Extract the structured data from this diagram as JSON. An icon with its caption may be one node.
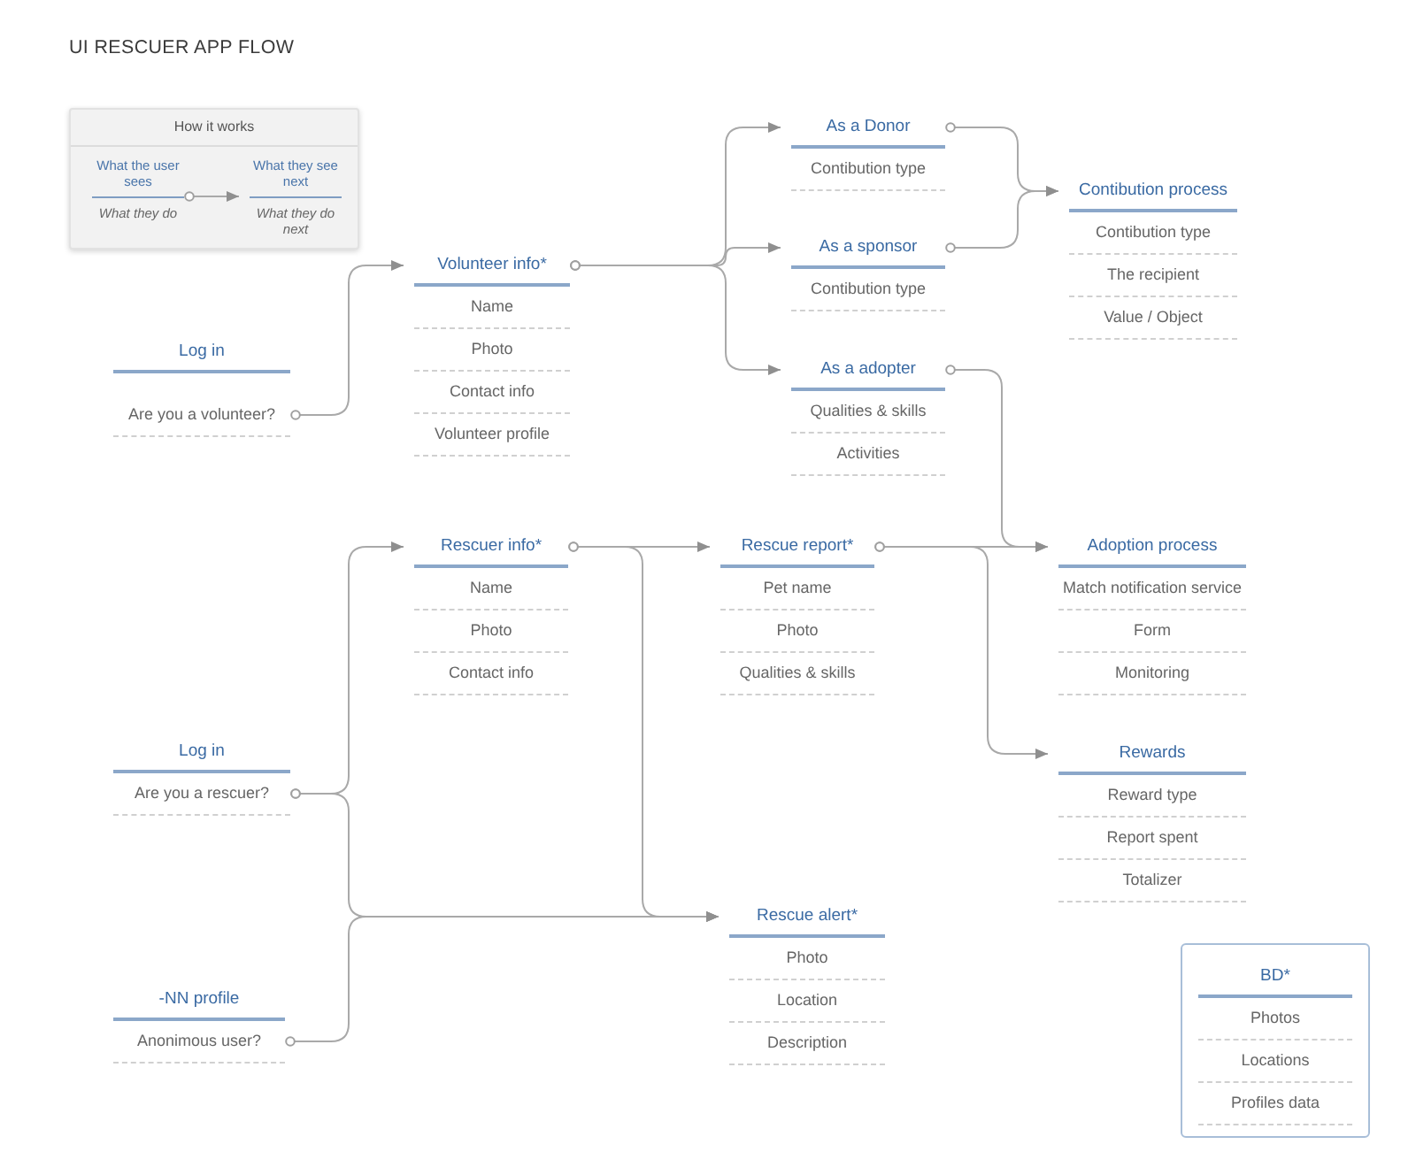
{
  "diagram": {
    "title": "UI RESCUER APP FLOW",
    "nodes": [
      {
        "text": [
          "How it works"
        ]
      },
      {
        "text": [
          "What the user sees",
          "What they do"
        ],
        "in": 0
      },
      {
        "text": [
          "What they see next",
          "What they do next"
        ],
        "in": 0
      },
      {
        "text": [
          "Log in",
          "Are you a volunteer?"
        ]
      },
      {
        "text": [
          "Volunteer info*",
          "Name",
          "Photo",
          "Contact info",
          "Volunteer profile"
        ]
      },
      {
        "text": [
          "As a Donor",
          "Contibution type"
        ]
      },
      {
        "text": [
          "As a sponsor",
          "Contibution type"
        ]
      },
      {
        "text": [
          "As a adopter",
          "Qualities & skills",
          "Activities"
        ]
      },
      {
        "text": [
          "Contibution process",
          "Contibution type",
          "The recipient",
          "Value / Object"
        ]
      },
      {
        "text": [
          "Log in",
          "Are you a rescuer?"
        ]
      },
      {
        "text": [
          "Rescuer info*",
          "Name",
          "Photo",
          "Contact info"
        ]
      },
      {
        "text": [
          "Rescue report*",
          "Pet name",
          "Photo",
          "Qualities & skills"
        ]
      },
      {
        "text": [
          "Adoption process",
          "Match notification service",
          "Form",
          "Monitoring"
        ]
      },
      {
        "text": [
          "Rewards",
          "Reward type",
          "Report spent",
          "Totalizer"
        ]
      },
      {
        "text": [
          "-NN profile",
          "Anonimous user?"
        ]
      },
      {
        "text": [
          "Rescue alert*",
          "Photo",
          "Location",
          "Description"
        ]
      },
      {
        "text": [
          "BD*",
          "Photos",
          "Locations",
          "Profiles data"
        ]
      }
    ],
    "edges": [
      {
        "from": 1,
        "to": 2,
        "arrow": "to"
      },
      {
        "from": 3,
        "to": 4,
        "arrow": "to"
      },
      {
        "from": 4,
        "to": 5,
        "arrow": "to"
      },
      {
        "from": 4,
        "to": 6,
        "arrow": "to"
      },
      {
        "from": 4,
        "to": 7,
        "arrow": "to"
      },
      {
        "from": 5,
        "to": 8,
        "arrow": "to"
      },
      {
        "from": 6,
        "to": 8,
        "arrow": "to"
      },
      {
        "from": 7,
        "to": 12,
        "arrow": "to"
      },
      {
        "from": 9,
        "to": 10,
        "arrow": "to"
      },
      {
        "from": 9,
        "to": 15,
        "arrow": "to"
      },
      {
        "from": 14,
        "to": 15,
        "arrow": "to"
      },
      {
        "from": 10,
        "to": 11,
        "arrow": "to"
      },
      {
        "from": 10,
        "to": 15,
        "arrow": "to"
      },
      {
        "from": 11,
        "to": 12,
        "arrow": "to"
      },
      {
        "from": 11,
        "to": 13,
        "arrow": "to"
      }
    ]
  }
}
